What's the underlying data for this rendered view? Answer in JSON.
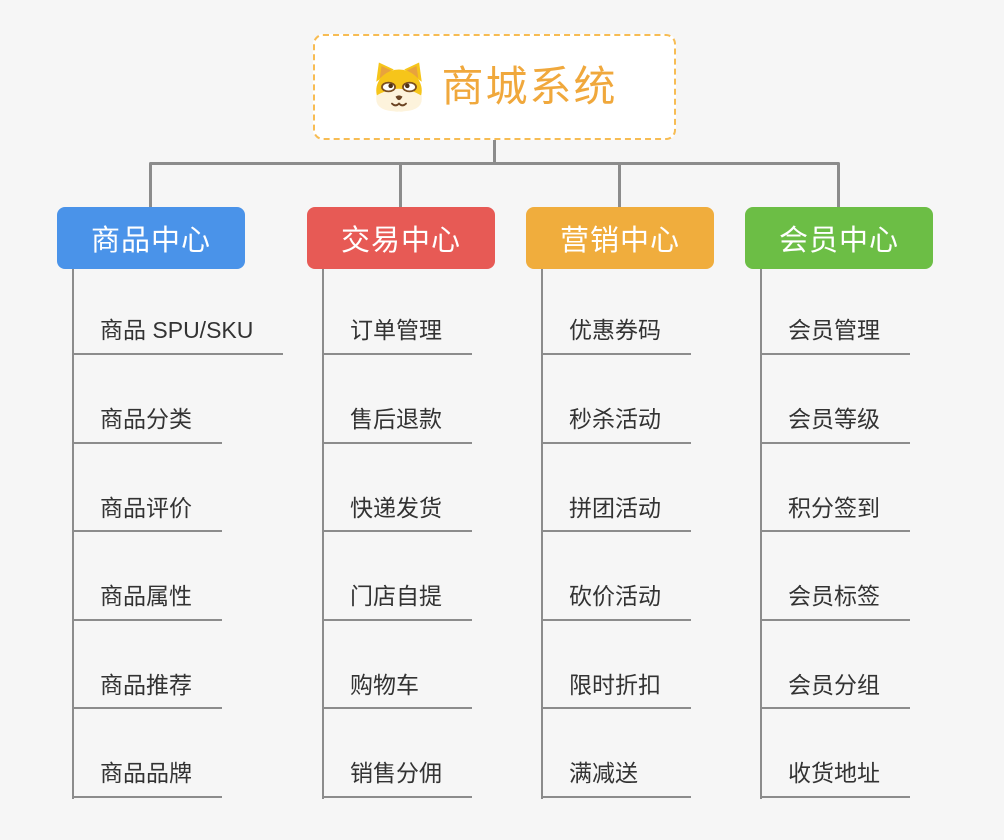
{
  "root": {
    "title": "商城系统",
    "icon": "shiba-dog-icon",
    "text_color": "#F0A83C",
    "border_color": "#F7BC53"
  },
  "colors": {
    "background": "#F6F6F6",
    "connector": "#8C8C8C",
    "leaf_text": "#333333"
  },
  "branches": [
    {
      "label": "商品中心",
      "color": "#4A93E9",
      "children": [
        "商品 SPU/SKU",
        "商品分类",
        "商品评价",
        "商品属性",
        "商品推荐",
        "商品品牌"
      ]
    },
    {
      "label": "交易中心",
      "color": "#E75A55",
      "children": [
        "订单管理",
        "售后退款",
        "快递发货",
        "门店自提",
        "购物车",
        "销售分佣"
      ]
    },
    {
      "label": "营销中心",
      "color": "#F0AD3D",
      "children": [
        "优惠券码",
        "秒杀活动",
        "拼团活动",
        "砍价活动",
        "限时折扣",
        "满减送"
      ]
    },
    {
      "label": "会员中心",
      "color": "#6CBE45",
      "children": [
        "会员管理",
        "会员等级",
        "积分签到",
        "会员标签",
        "会员分组",
        "收货地址"
      ]
    }
  ]
}
